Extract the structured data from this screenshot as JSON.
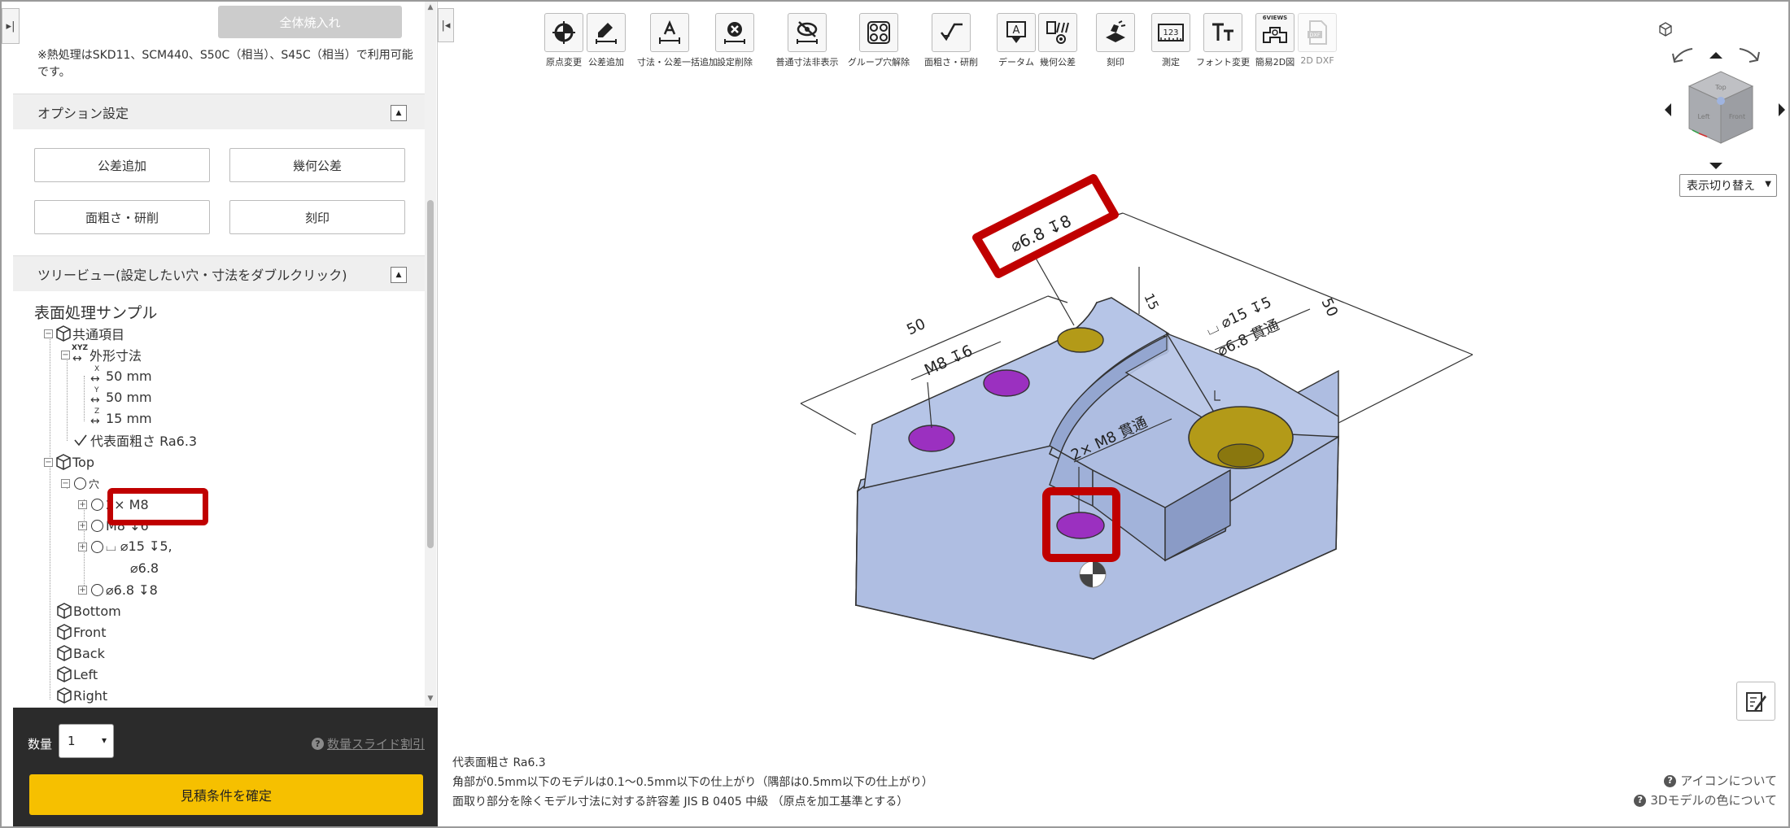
{
  "left_panel": {
    "all_burn_button": "全体焼入れ",
    "heat_note": "※熱処理はSKD11、SCM440、S50C（相当）、S45C（相当）で利用可能です。",
    "option_section": {
      "title": "オプション設定",
      "buttons": [
        "公差追加",
        "幾何公差",
        "面粗さ・研削",
        "刻印"
      ]
    },
    "tree_section": {
      "title": "ツリービュー(設定したい穴・寸法をダブルクリック)",
      "root": "表面処理サンプル",
      "items": {
        "common": "共通項目",
        "outer_dim": "外形寸法",
        "x_axis": "X",
        "y_axis": "Y",
        "z_axis": "Z",
        "xyz_axis": "XYZ",
        "x_dim": "50 mm",
        "y_dim": "50 mm",
        "z_dim": "15 mm",
        "roughness": "代表面粗さ Ra6.3",
        "top": "Top",
        "hole_group": "穴",
        "hole1": "2× M8",
        "hole2": "M8 ↧6",
        "hole3_line1": "⌴ ⌀15 ↧5,",
        "hole3_line2": "⌀6.8",
        "hole4": "⌀6.8 ↧8",
        "bottom": "Bottom",
        "front": "Front",
        "back": "Back",
        "left": "Left",
        "right": "Right"
      }
    },
    "quantity": {
      "label": "数量",
      "value": "1",
      "slide_discount_link": "数量スライド割引"
    },
    "confirm_button": "見積条件を確定"
  },
  "toolbar": [
    {
      "label": "原点変更",
      "icon": "origin-icon"
    },
    {
      "label": "公差追加",
      "icon": "tolerance-pencil-icon"
    },
    {
      "label": "寸法・公差一括追加",
      "icon": "dimension-batch-icon"
    },
    {
      "label": "設定削除",
      "icon": "delete-setting-icon"
    },
    {
      "label": "普通寸法非表示",
      "icon": "hide-dimension-icon"
    },
    {
      "label": "グループ穴解除",
      "icon": "ungroup-holes-icon"
    },
    {
      "label": "面粗さ・研削",
      "icon": "surface-roughness-icon"
    },
    {
      "label": "データム",
      "icon": "datum-icon"
    },
    {
      "label": "幾何公差",
      "icon": "geometric-tolerance-icon"
    },
    {
      "label": "刻印",
      "icon": "stamp-icon"
    },
    {
      "label": "測定",
      "icon": "measure-icon"
    },
    {
      "label": "フォント変更",
      "icon": "font-change-icon"
    },
    {
      "label": "簡易2D図",
      "icon": "simple-2d-icon",
      "badge": "6VIEWS"
    },
    {
      "label": "2D DXF",
      "icon": "dxf-file-icon",
      "badge": "DXF"
    }
  ],
  "view_cube": {
    "faces": [
      "Top",
      "Front",
      "Left"
    ],
    "view_switch": "表示切り替え"
  },
  "model": {
    "annotations": {
      "dim_50_left": "50",
      "dim_50_right": "50",
      "dim_15": "15",
      "hole_m8_depth": "M8 ↧6",
      "hole_68_depth": "⌀6.8 ↧8",
      "hole_2x_m8": "2× M8 貫通",
      "cbore_line1": "⌴ ⌀15 ↧5",
      "cbore_line2": "⌀6.8 貫通"
    },
    "colors": {
      "body": "#a9b8dc",
      "body_dark": "#8597c4",
      "hole_purple": "#9b30c0",
      "hole_gold": "#b39a18",
      "highlight": "#c00000"
    }
  },
  "info": {
    "line1": "代表面粗さ Ra6.3",
    "line2": "角部が0.5mm以下のモデルは0.1～0.5mm以下の仕上がり（隅部は0.5mm以下の仕上がり）",
    "line3": "面取り部分を除くモデル寸法に対する許容差 JIS B 0405 中級 （原点を加工基準とする）"
  },
  "help": {
    "icons_link": "アイコンについて",
    "colors_link": "3Dモデルの色について"
  }
}
